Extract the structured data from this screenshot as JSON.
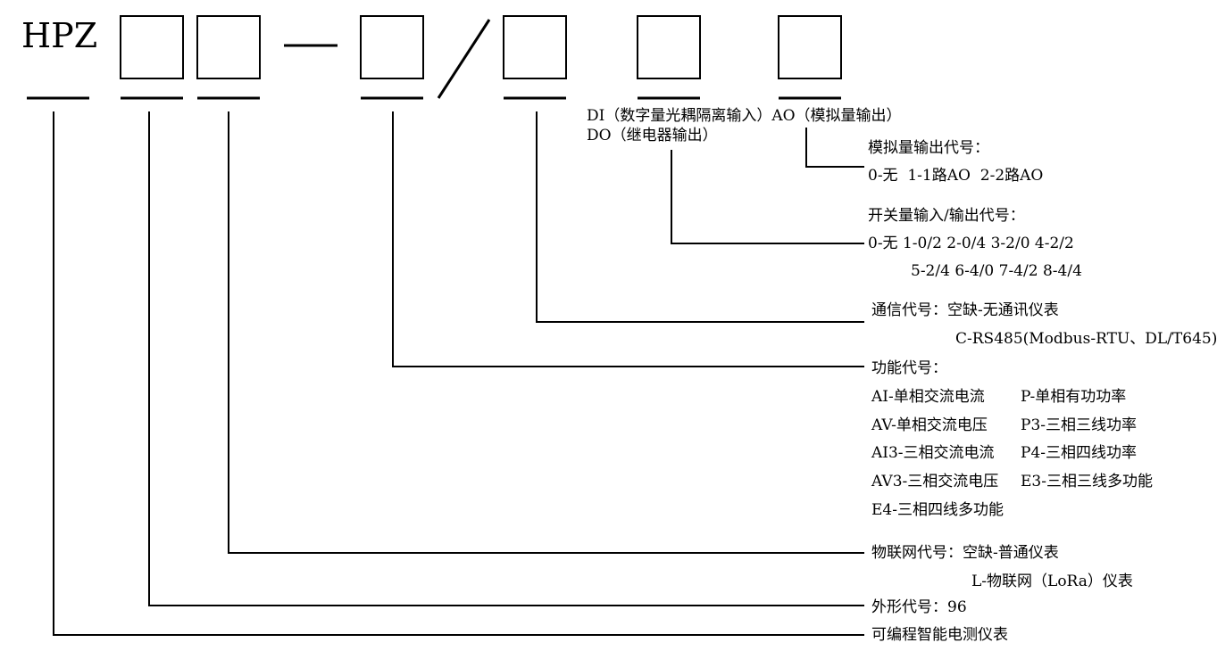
{
  "header": {
    "prefix": "HPZ"
  },
  "labels": {
    "di_line": "DI（数字量光耦隔离输入）AO（模拟量输出）",
    "do_line": "DO（继电器输出）",
    "ao_title": "模拟量输出代号：",
    "ao_options": "0-无  1-1路AO  2-2路AO",
    "io_title": "开关量输入/输出代号：",
    "io_options_1": "0-无 1-0/2 2-0/4 3-2/0 4-2/2",
    "io_options_2": "5-2/4 6-4/0 7-4/2 8-4/4",
    "comm_title": "通信代号：空缺-无通讯仪表",
    "comm_option": "C-RS485(Modbus-RTU、DL/T645)",
    "func_title": "功能代号：",
    "func_rows": [
      [
        "AI-单相交流电流",
        "P-单相有功功率"
      ],
      [
        "AV-单相交流电压",
        "P3-三相三线功率"
      ],
      [
        "AI3-三相交流电流",
        "P4-三相四线功率"
      ],
      [
        "AV3-三相交流电压",
        "E3-三相三线多功能"
      ]
    ],
    "func_last": "E4-三相四线多功能",
    "iot_title": "物联网代号：空缺-普通仪表",
    "iot_option": "L-物联网（LoRa）仪表",
    "shape": "外形代号：96",
    "product": "可编程智能电测仪表"
  }
}
